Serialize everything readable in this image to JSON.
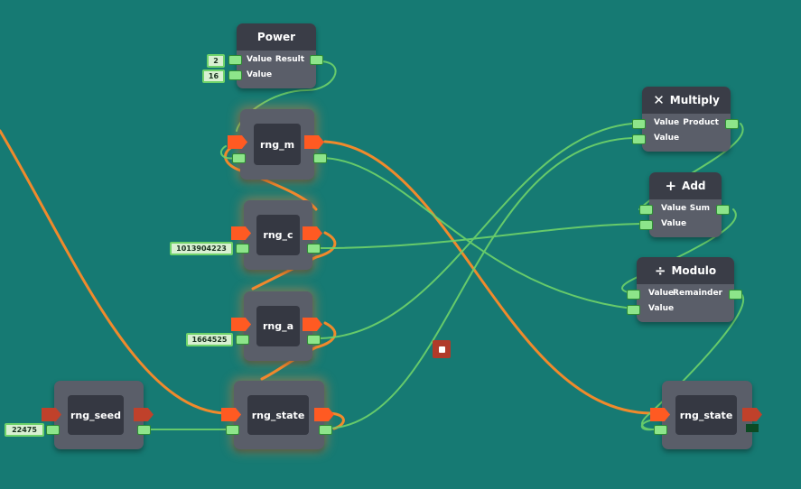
{
  "nodes": {
    "power": {
      "title": "Power",
      "icon": "",
      "in_a": "Value",
      "in_b": "Value",
      "out": "Result"
    },
    "multiply": {
      "title": "Multiply",
      "icon": "✕",
      "in_a": "Value",
      "in_b": "Value",
      "out": "Product"
    },
    "add": {
      "title": "Add",
      "icon": "+",
      "in_a": "Value",
      "in_b": "Value",
      "out": "Sum"
    },
    "modulo": {
      "title": "Modulo",
      "icon": "÷",
      "in_a": "Value",
      "in_b": "Value",
      "out": "Remainder"
    }
  },
  "variables": {
    "rng_m": "rng_m",
    "rng_c": "rng_c",
    "rng_a": "rng_a",
    "rng_seed": "rng_seed",
    "rng_state_1": "rng_state",
    "rng_state_2": "rng_state"
  },
  "constants": {
    "power_base": "2",
    "power_exponent": "16",
    "c_value": "1013904223",
    "a_value": "1664525",
    "seed_value": "22475"
  },
  "colors": {
    "background": "#167a73",
    "exec_wire": "#f08a2c",
    "data_wire": "#6fd36a",
    "node_body": "#5a5e69",
    "node_header": "#3a3d47"
  }
}
